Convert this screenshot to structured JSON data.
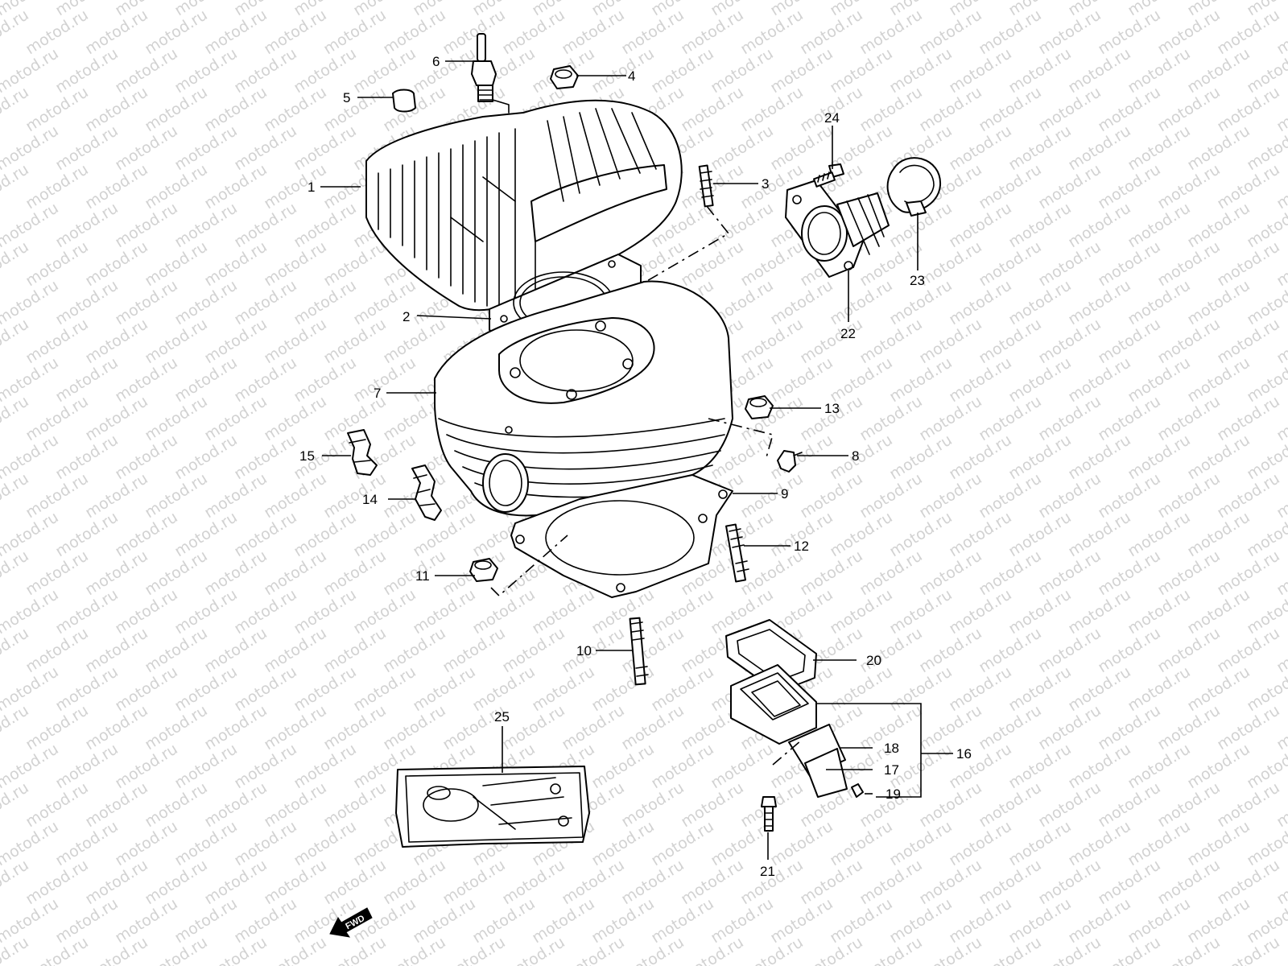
{
  "watermark": "motod.ru",
  "fwd_label": "FWD",
  "callouts": [
    "1",
    "2",
    "3",
    "4",
    "5",
    "6",
    "7",
    "8",
    "9",
    "10",
    "11",
    "12",
    "13",
    "14",
    "15",
    "16",
    "17",
    "18",
    "19",
    "20",
    "21",
    "22",
    "23",
    "24",
    "25"
  ],
  "parts": {
    "cylinder_head": "1",
    "head_gasket": "2",
    "head_stud": "3",
    "head_nut": "4",
    "cap": "5",
    "spark_plug": "6",
    "cylinder": "7",
    "fitting": "8",
    "base_gasket": "9",
    "cylinder_stud_lower": "10",
    "cylinder_nut": "11",
    "cylinder_stud": "12",
    "cylinder_nut_upper": "13",
    "clip_14": "14",
    "clip_15": "15",
    "reed_valve_assy": "16",
    "reed": "17",
    "reed_stopper": "18",
    "stopper_screw": "19",
    "reed_valve_gasket": "20",
    "reed_bolt": "21",
    "intake_pipe": "22",
    "clamp": "23",
    "intake_bolt": "24",
    "gasket_set": "25"
  }
}
